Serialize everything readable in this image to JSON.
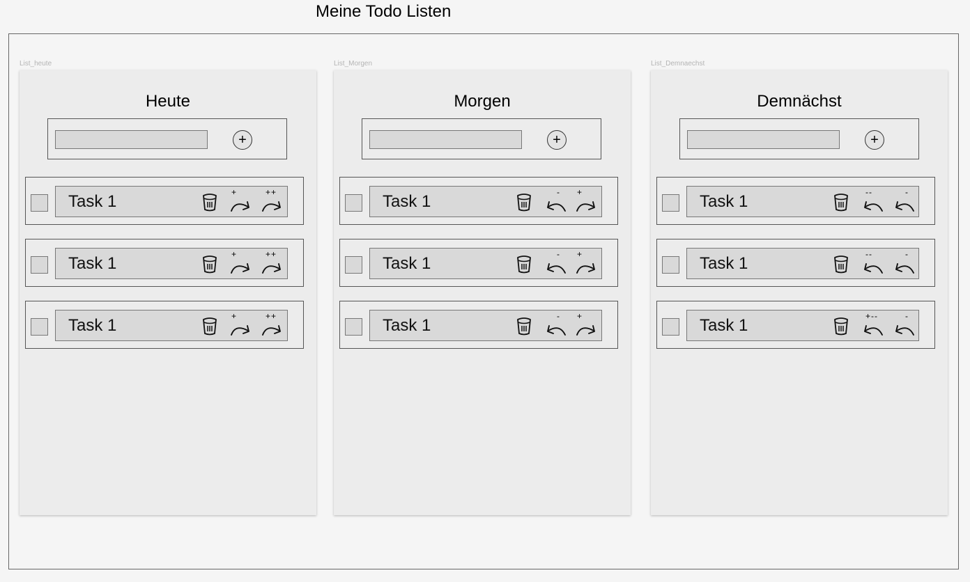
{
  "page_title": "Meine Todo Listen",
  "lists": [
    {
      "frame_label": "List_heute",
      "title": "Heute",
      "tasks": [
        {
          "label": "Task 1",
          "move_icons": [
            {
              "dir": "forward",
              "marker": "+"
            },
            {
              "dir": "forward",
              "marker": "++"
            }
          ]
        },
        {
          "label": "Task 1",
          "move_icons": [
            {
              "dir": "forward",
              "marker": "+"
            },
            {
              "dir": "forward",
              "marker": "++"
            }
          ]
        },
        {
          "label": "Task 1",
          "move_icons": [
            {
              "dir": "forward",
              "marker": "+"
            },
            {
              "dir": "forward",
              "marker": "++"
            }
          ]
        }
      ]
    },
    {
      "frame_label": "List_Morgen",
      "title": "Morgen",
      "tasks": [
        {
          "label": "Task 1",
          "move_icons": [
            {
              "dir": "back",
              "marker": "-"
            },
            {
              "dir": "forward",
              "marker": "+"
            }
          ]
        },
        {
          "label": "Task 1",
          "move_icons": [
            {
              "dir": "back",
              "marker": "-"
            },
            {
              "dir": "forward",
              "marker": "+"
            }
          ]
        },
        {
          "label": "Task 1",
          "move_icons": [
            {
              "dir": "back",
              "marker": "-"
            },
            {
              "dir": "forward",
              "marker": "+"
            }
          ]
        }
      ]
    },
    {
      "frame_label": "List_Demnaechst",
      "title": "Demnächst",
      "tasks": [
        {
          "label": "Task 1",
          "move_icons": [
            {
              "dir": "back",
              "marker": "--"
            },
            {
              "dir": "back",
              "marker": "-"
            }
          ]
        },
        {
          "label": "Task 1",
          "move_icons": [
            {
              "dir": "back",
              "marker": "--"
            },
            {
              "dir": "back",
              "marker": "-"
            }
          ]
        },
        {
          "label": "Task 1",
          "move_icons": [
            {
              "dir": "back",
              "marker": "+--"
            },
            {
              "dir": "back",
              "marker": "-"
            }
          ]
        }
      ]
    }
  ],
  "icons": {
    "add": "plus-circle-icon",
    "delete": "trash-icon",
    "move_forward": "curved-arrow-right-icon",
    "move_back": "curved-arrow-left-icon"
  }
}
